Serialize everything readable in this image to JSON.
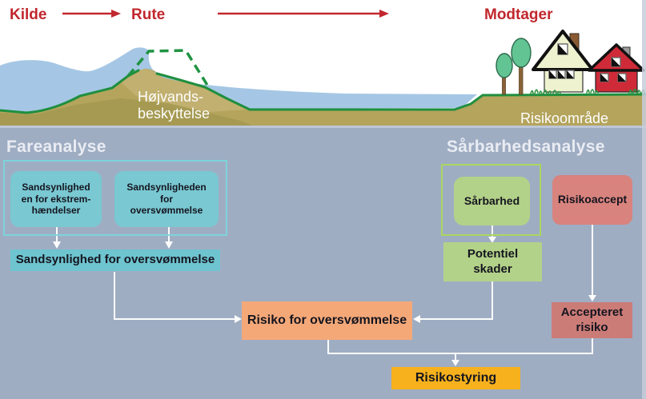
{
  "top": {
    "source_label": "Kilde",
    "route_label": "Rute",
    "receiver_label": "Modtager",
    "protection_l1": "Højvands-",
    "protection_l2": "beskyttelse",
    "risk_area_label": "Risikoområde"
  },
  "flowchart": {
    "hazard": {
      "title": "Fareanalyse",
      "extreme": {
        "l1": "Sandsynlighed",
        "l2": "en for ekstrem-",
        "l3": "hændelser"
      },
      "floodprob": {
        "l1": "Sandsynligheden",
        "l2": "for",
        "l3": "oversvømmelse"
      },
      "flood_prob_wide": "Sandsynlighed for oversvømmelse"
    },
    "vuln": {
      "title": "Sårbarhedsanalyse",
      "vulnerability": "Sårbarhed",
      "potential": {
        "l1": "Potentiel",
        "l2": "skader"
      },
      "risk_accept": "Risikoaccept",
      "accepted": {
        "l1": "Accepteret",
        "l2": "risiko"
      }
    },
    "flood_risk": "Risiko for oversvømmelse",
    "risk_management": "Risikostyring"
  },
  "colors": {
    "flowchart_background": "#9fadc3",
    "teal_box": "#79c8d2",
    "teal_wide_box": "#6ec4cf",
    "teal_outline": "#7ed3da",
    "green_box": "#b3d289",
    "green_outline": "#a9d75f",
    "red_box": "#d8837d",
    "red_box_dark": "#cc7c77",
    "orange_box": "#f4a878",
    "yellow_box": "#f6b11d",
    "label_red": "#c1272d",
    "title_white": "#e9ecf2",
    "connector_white": "#fcfcfc",
    "water_blue": "#a5c7e5",
    "ground_tan": "#b4a45c",
    "grass_green": "#1f8f3f"
  }
}
